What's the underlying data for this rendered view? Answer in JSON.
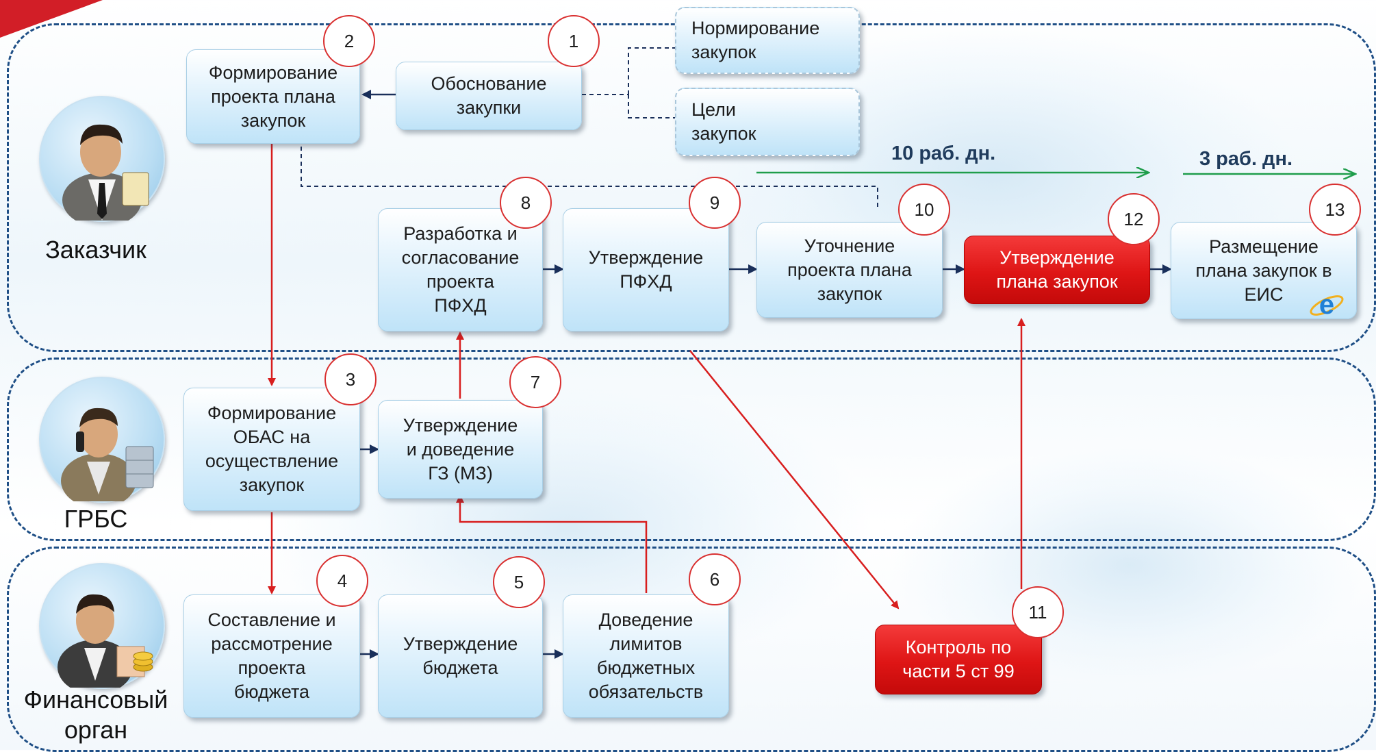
{
  "lanes": {
    "customer": "Заказчик",
    "grbs": "ГРБС",
    "finance": "Финансовый\nорган"
  },
  "boxes": {
    "b1": "Обоснование\nзакупки",
    "b2": "Формирование\nпроекта плана\nзакупок",
    "b3": "Формирование\nОБАС на\nосуществление\nзакупок",
    "b4": "Составление и\nрассмотрение\nпроекта\nбюджета",
    "b5": "Утверждение\nбюджета",
    "b6": "Доведение\nлимитов\nбюджетных\nобязательств",
    "b7": "Утверждение\nи доведение\nГЗ (МЗ)",
    "b8": "Разработка и\nсогласование\nпроекта\nПФХД",
    "b9": "Утверждение\nПФХД",
    "b10": "Уточнение\nпроекта плана\nзакупок",
    "b11": "Контроль по\nчасти 5 ст 99",
    "b12": "Утверждение\nплана закупок",
    "b13": "Размещение\nплана закупок в\nЕИС",
    "norm": "Нормирование\nзакупок",
    "goals": "Цели\nзакупок"
  },
  "numbers": {
    "n1": "1",
    "n2": "2",
    "n3": "3",
    "n4": "4",
    "n5": "5",
    "n6": "6",
    "n7": "7",
    "n8": "8",
    "n9": "9",
    "n10": "10",
    "n11": "11",
    "n12": "12",
    "n13": "13"
  },
  "durations": {
    "d10": "10 раб. дн.",
    "d3": "3 раб. дн."
  },
  "colors": {
    "lane_border": "#1f4f86",
    "arrow_red": "#d81e1e",
    "arrow_blue": "#1a2f5a",
    "arrow_green": "#1f9d4b",
    "accent_red": "#d21e27"
  }
}
